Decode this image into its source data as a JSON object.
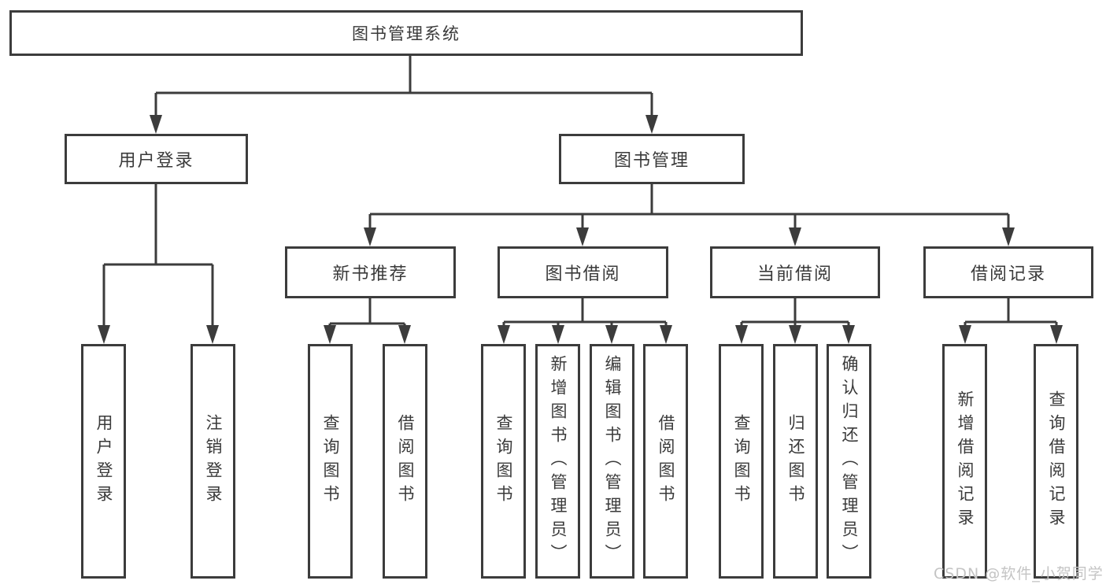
{
  "diagram": {
    "root": "图书管理系统",
    "level1": {
      "user_login": "用户登录",
      "book_mgmt": "图书管理"
    },
    "level2": {
      "new_books": "新书推荐",
      "book_borrow": "图书借阅",
      "current_borrow": "当前借阅",
      "borrow_records": "借阅记录"
    },
    "leaves": {
      "user_login": [
        "用户登录",
        "注销登录"
      ],
      "new_books": [
        "查询图书",
        "借阅图书"
      ],
      "book_borrow": [
        "查询图书",
        "新增图书（管理员）",
        "编辑图书（管理员）",
        "借阅图书"
      ],
      "current_borrow": [
        "查询图书",
        "归还图书",
        "确认归还（管理员）"
      ],
      "borrow_records": [
        "新增借阅记录",
        "查询借阅记录"
      ]
    },
    "watermark": "CSDN @软件_小贺同学",
    "colors": {
      "line": "#3c3c3c",
      "text": "#3a3a3a",
      "background": "#ffffff",
      "watermark": "#c4c4c4"
    }
  }
}
